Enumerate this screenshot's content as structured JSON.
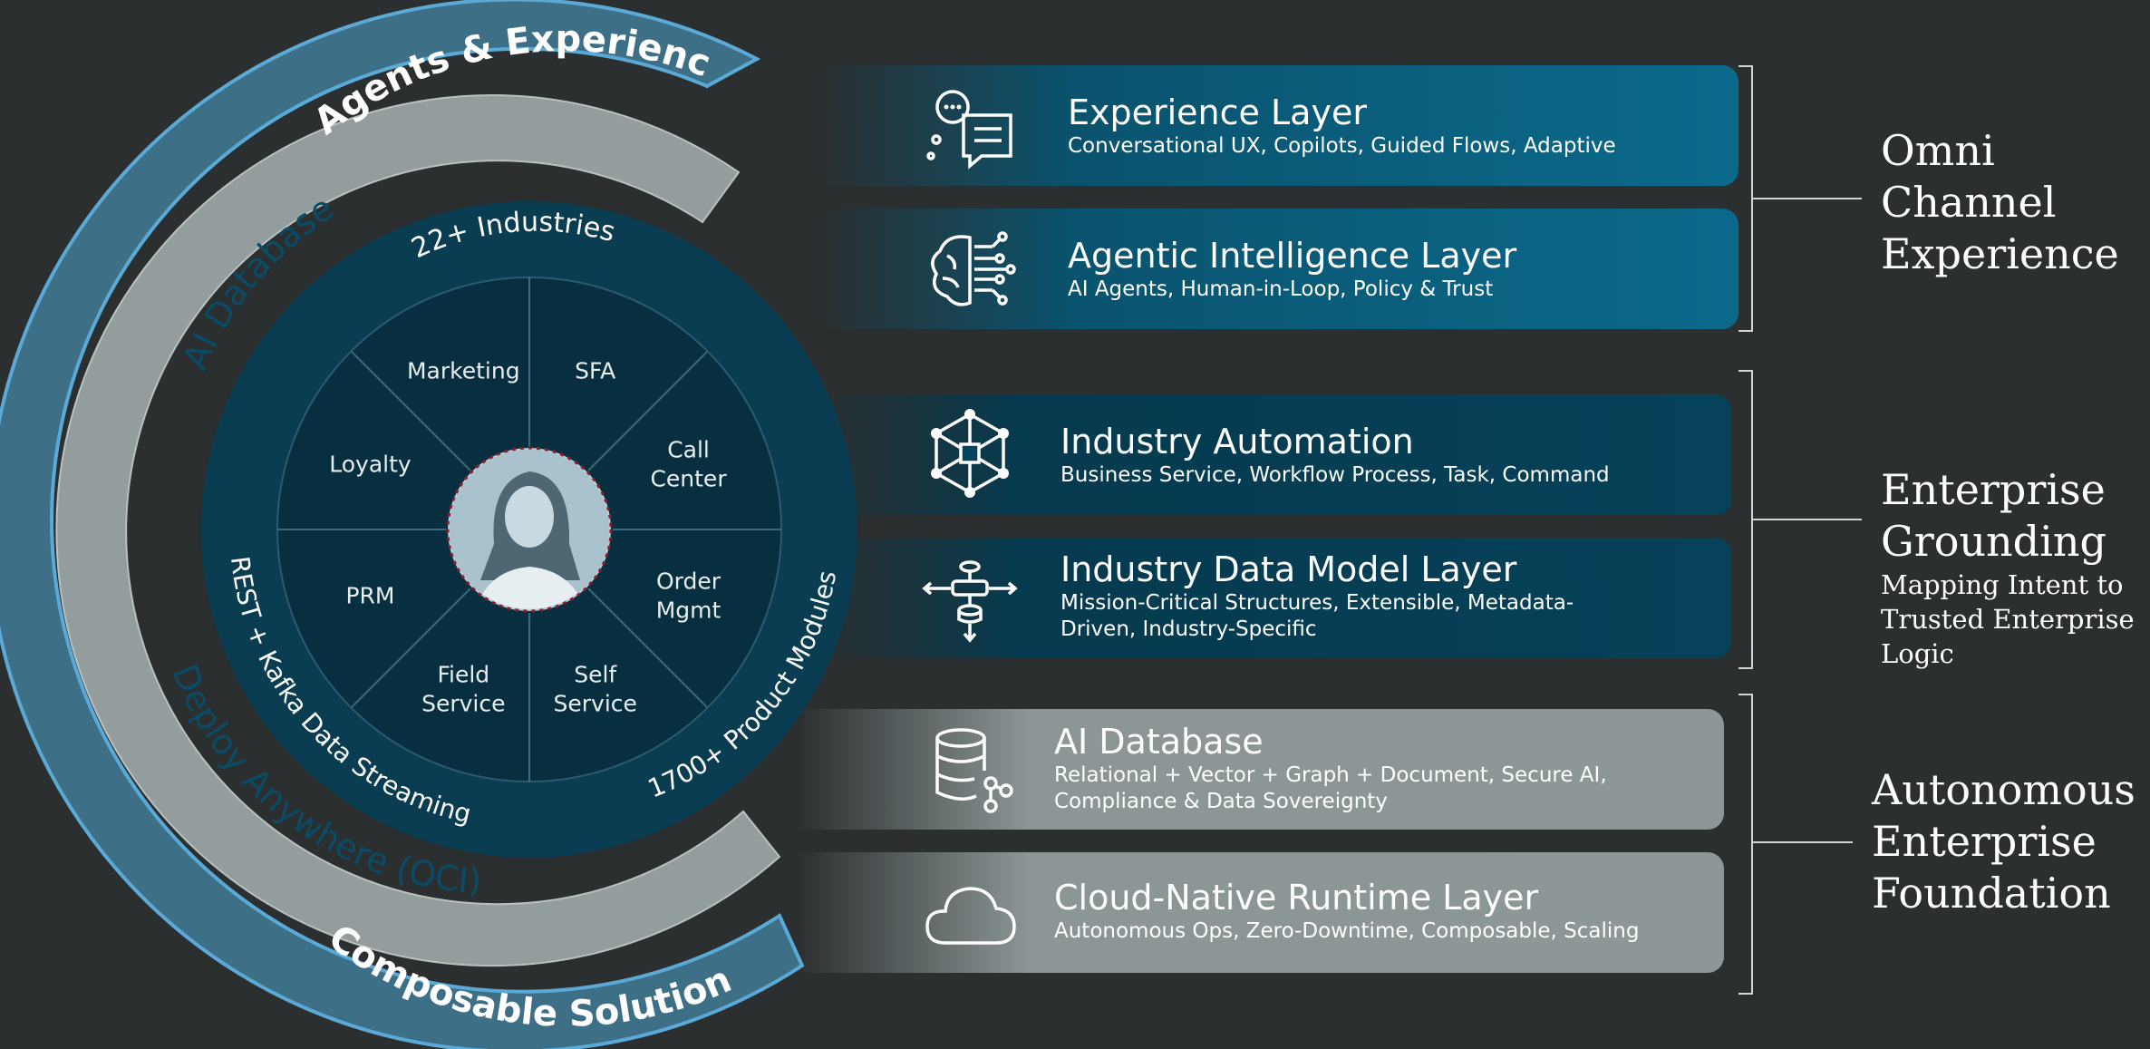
{
  "wheel": {
    "outer_ring_top": "Agents & Experiences",
    "outer_ring_bottom": "Composable Solutions",
    "middle_ring_top": "AI Database",
    "middle_ring_bottom": "Deploy Anywhere (OCI)",
    "inner_ring_top": "22+ Industries",
    "inner_ring_left": "REST + Kafka Data Streaming",
    "inner_ring_right": "1700+ Product Modules",
    "segments": [
      {
        "lines": [
          "SFA"
        ]
      },
      {
        "lines": [
          "Call",
          "Center"
        ]
      },
      {
        "lines": [
          "Order",
          "Mgmt"
        ]
      },
      {
        "lines": [
          "Self",
          "Service"
        ]
      },
      {
        "lines": [
          "Field",
          "Service"
        ]
      },
      {
        "lines": [
          "PRM"
        ]
      },
      {
        "lines": [
          "Loyalty"
        ]
      },
      {
        "lines": [
          "Marketing"
        ]
      }
    ],
    "center_icon": "person-avatar-icon"
  },
  "layers": [
    {
      "title": "Experience Layer",
      "subtitle": "Conversational UX, Copilots, Guided Flows, Adaptive",
      "icon": "chat-bubbles-icon"
    },
    {
      "title": "Agentic Intelligence Layer",
      "subtitle": "AI Agents, Human-in-Loop, Policy & Trust",
      "icon": "brain-circuit-icon"
    },
    {
      "title": "Industry Automation",
      "subtitle": "Business Service, Workflow Process, Task, Command",
      "icon": "network-hexagon-icon"
    },
    {
      "title": "Industry Data Model Layer",
      "subtitle": "Mission-Critical Structures, Extensible, Metadata-Driven, Industry-Specific",
      "icon": "data-model-arrows-icon"
    },
    {
      "title": "AI Database",
      "subtitle": "Relational + Vector + Graph + Document, Secure AI, Compliance & Data Sovereignty",
      "icon": "database-icon"
    },
    {
      "title": "Cloud-Native Runtime Layer",
      "subtitle": "Autonomous Ops, Zero-Downtime, Composable, Scaling",
      "icon": "cloud-icon"
    }
  ],
  "groups": [
    {
      "lines": [
        "Omni",
        "Channel",
        "Experience"
      ],
      "sub": []
    },
    {
      "lines": [
        "Enterprise",
        "Grounding"
      ],
      "sub": [
        "Mapping Intent to",
        "Trusted Enterprise",
        "Logic"
      ]
    },
    {
      "lines": [
        "Autonomous",
        "Enterprise",
        "Foundation"
      ],
      "sub": []
    }
  ],
  "colors": {
    "background": "#2b2f30",
    "outer_ring": "#3d6f86",
    "outer_ring_edge": "#5aa9d6",
    "middle_ring": "#949d9d",
    "inner_ring": "#0a3d52",
    "wedges": "#072f40",
    "teal_band": "#0b6a8c",
    "dark_band": "#06425a",
    "grey_band": "#8e9797"
  }
}
